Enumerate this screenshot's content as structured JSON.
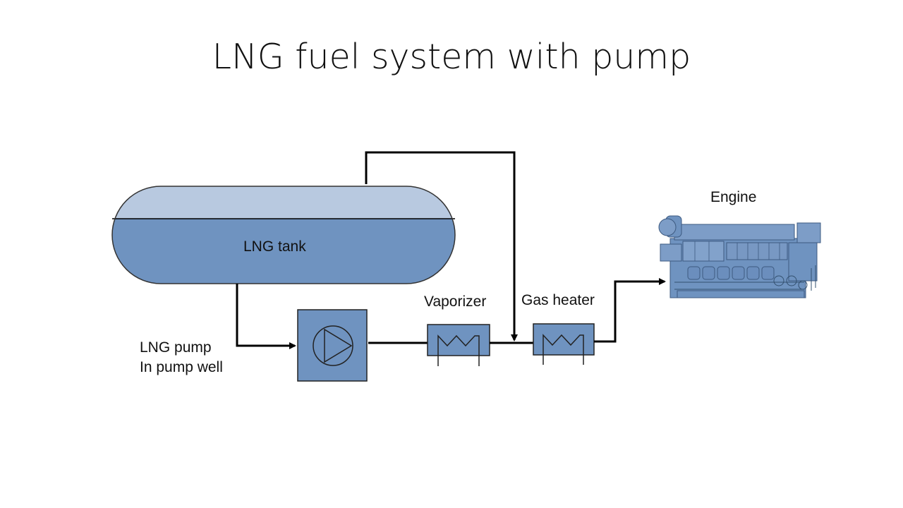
{
  "title": "LNG fuel system with pump",
  "components": {
    "tank": {
      "label": "LNG tank"
    },
    "pump": {
      "label_line1": "LNG pump",
      "label_line2": "In pump well"
    },
    "vaporizer": {
      "label": "Vaporizer"
    },
    "gas_heater": {
      "label": "Gas heater"
    },
    "engine": {
      "label": "Engine",
      "icon": "engine-icon"
    }
  },
  "colors": {
    "tank_liquid": "#6f93c0",
    "tank_vapor": "#b8c9e0",
    "equipment_fill": "#6f93c0",
    "line": "#000000"
  }
}
